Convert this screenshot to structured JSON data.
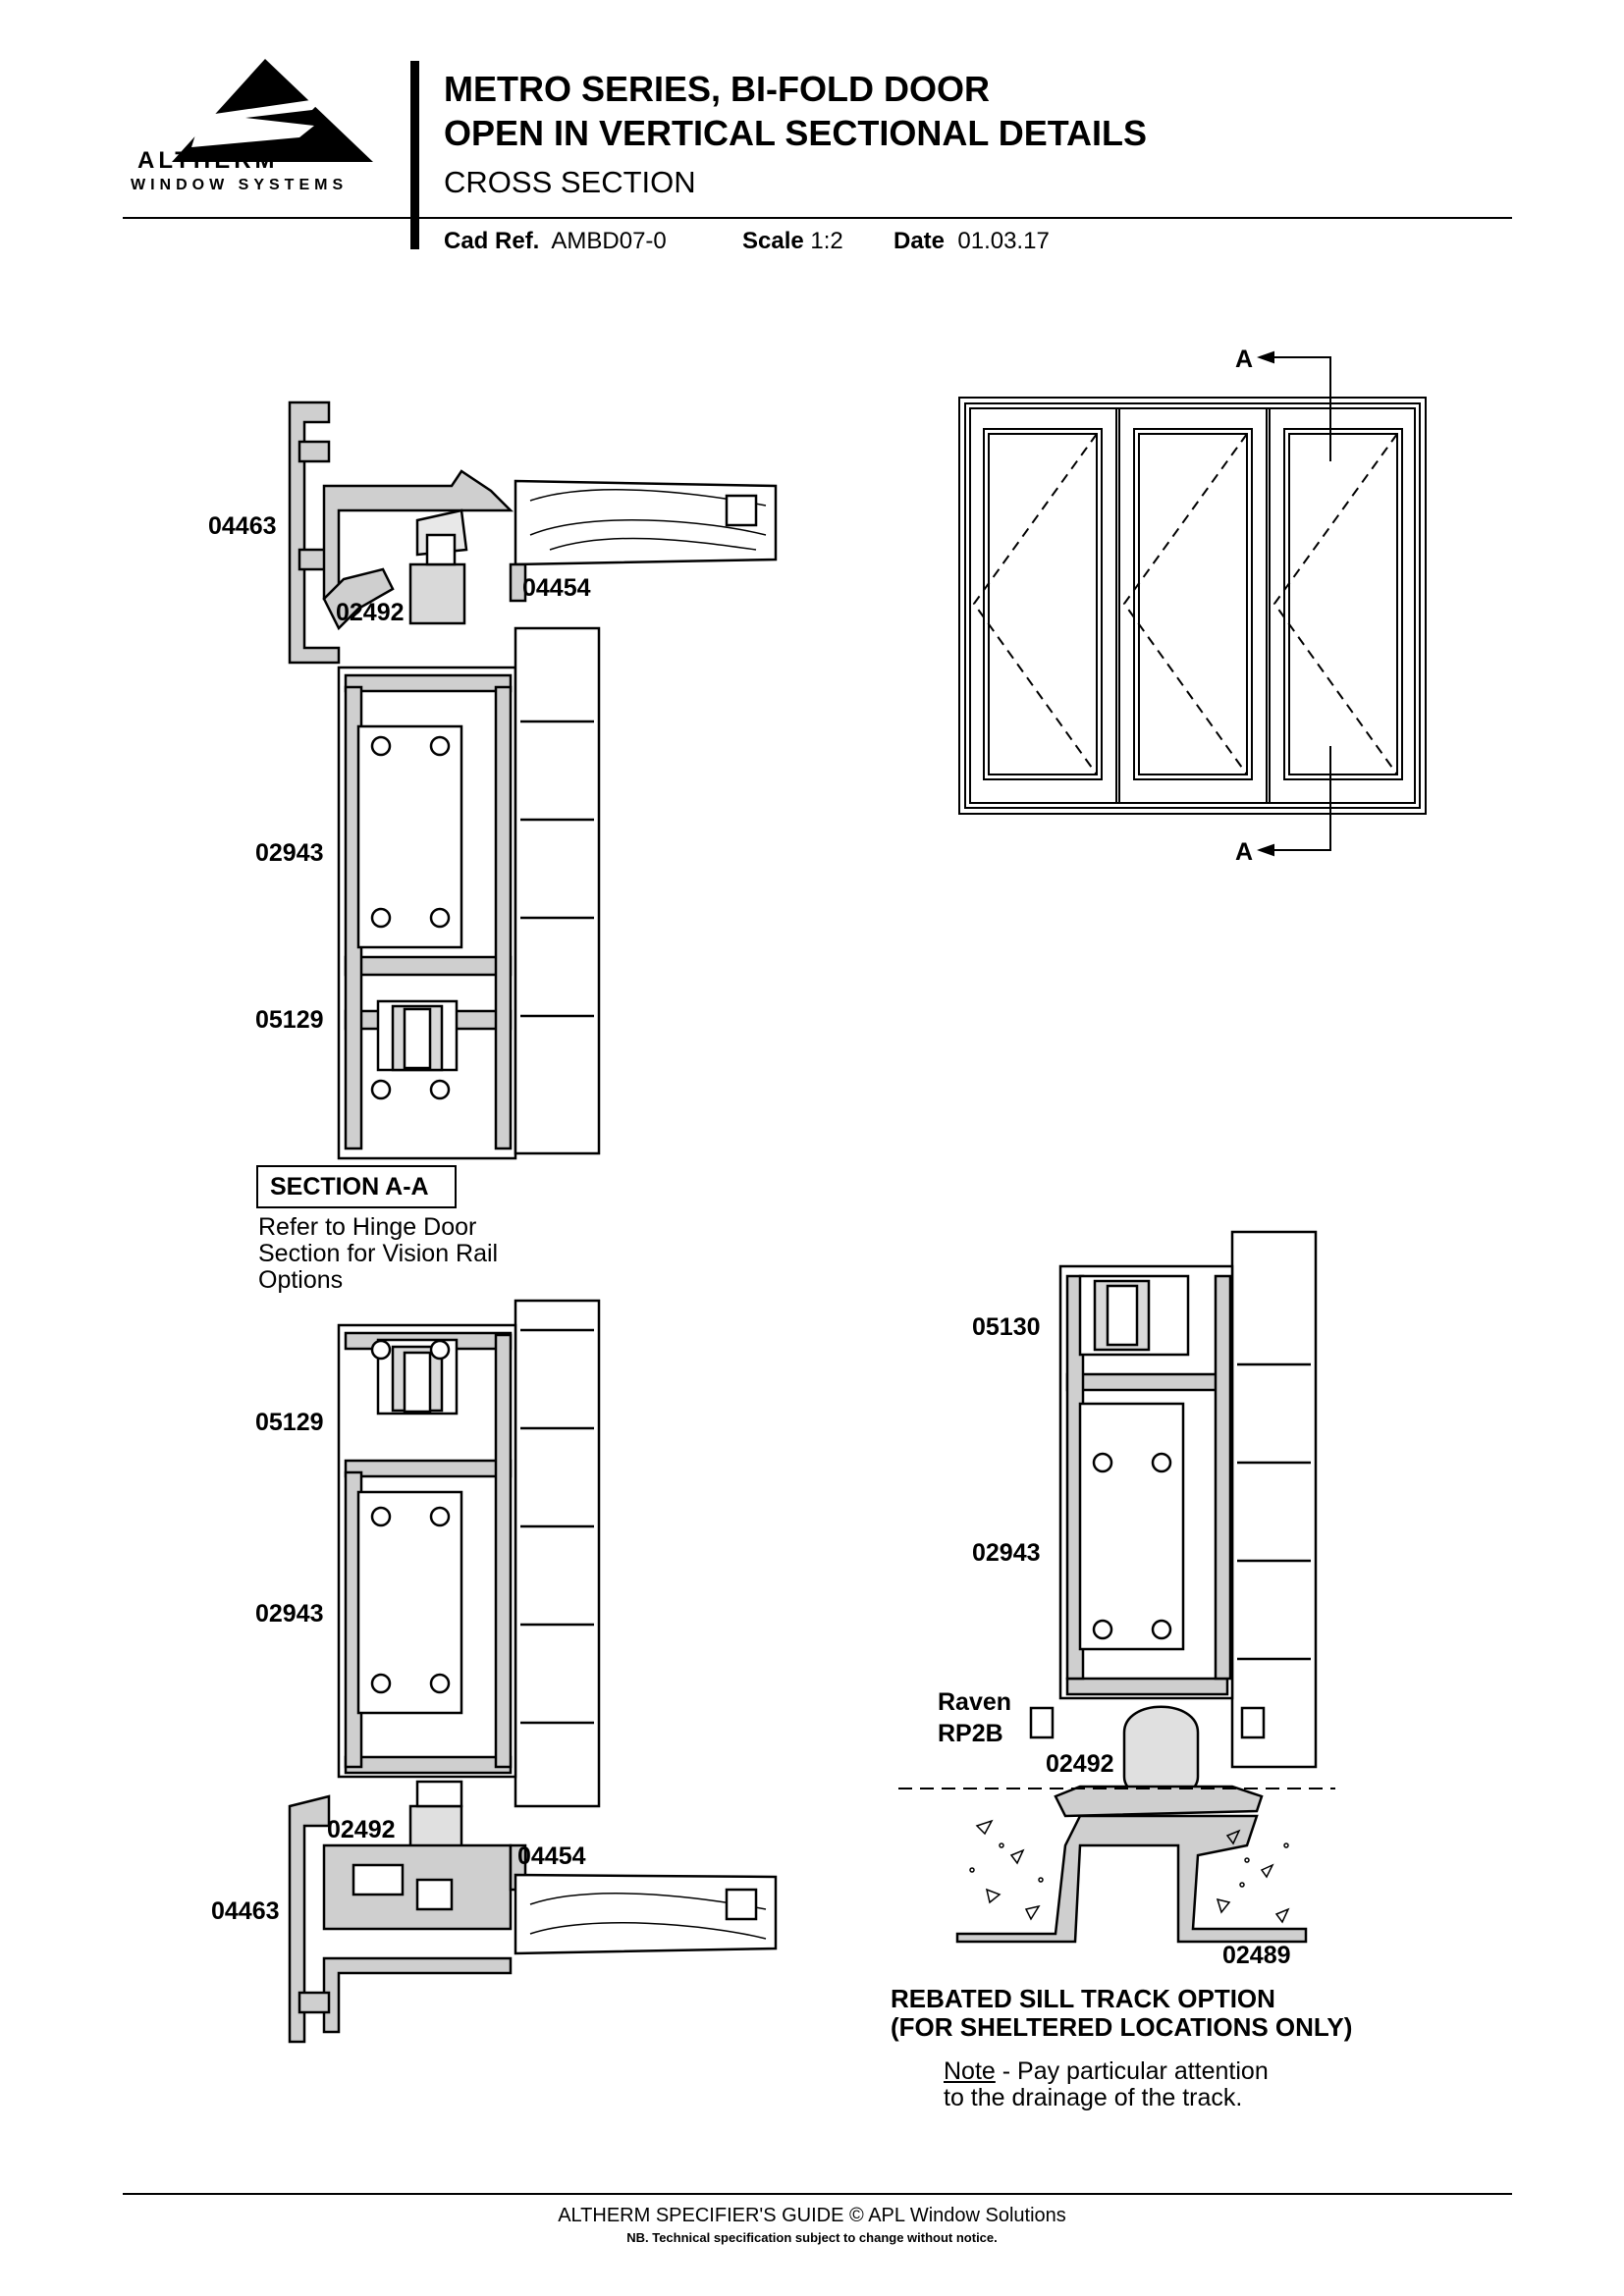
{
  "header": {
    "logo_wordmark": "ALTHERM",
    "logo_sub": "WINDOW SYSTEMS",
    "title_line1": "METRO SERIES, BI-FOLD DOOR",
    "title_line2": "OPEN IN VERTICAL SECTIONAL DETAILS",
    "subtitle": "CROSS SECTION",
    "cad_ref_label": "Cad Ref.",
    "cad_ref_value": "AMBD07-0",
    "scale_label": "Scale",
    "scale_value": "1:2",
    "date_label": "Date",
    "date_value": "01.03.17"
  },
  "elevation": {
    "section_marker_top": "A",
    "section_marker_bottom": "A"
  },
  "top_detail": {
    "labels": {
      "a": "04463",
      "b": "02492",
      "c": "04454",
      "d": "02943",
      "e": "05129"
    }
  },
  "section_info": {
    "title": "SECTION A-A",
    "note_line1": "Refer to Hinge Door",
    "note_line2": "Section for Vision Rail",
    "note_line3": "Options"
  },
  "bottom_detail": {
    "labels": {
      "a": "05129",
      "b": "02943",
      "c": "02492",
      "d": "04454",
      "e": "04463"
    }
  },
  "sill_detail": {
    "labels": {
      "a": "05130",
      "b": "02943",
      "c1": "Raven",
      "c2": "RP2B",
      "d": "02492",
      "e": "02489"
    },
    "caption_line1": "REBATED SILL TRACK OPTION",
    "caption_line2": "(FOR SHELTERED LOCATIONS ONLY)",
    "note_prefix": "Note",
    "note_line1": " - Pay particular attention",
    "note_line2": "to the drainage of the track."
  },
  "footer": {
    "line1": "ALTHERM SPECIFIER'S GUIDE  © APL Window Solutions",
    "line2": "NB. Technical specification subject to change without notice."
  }
}
